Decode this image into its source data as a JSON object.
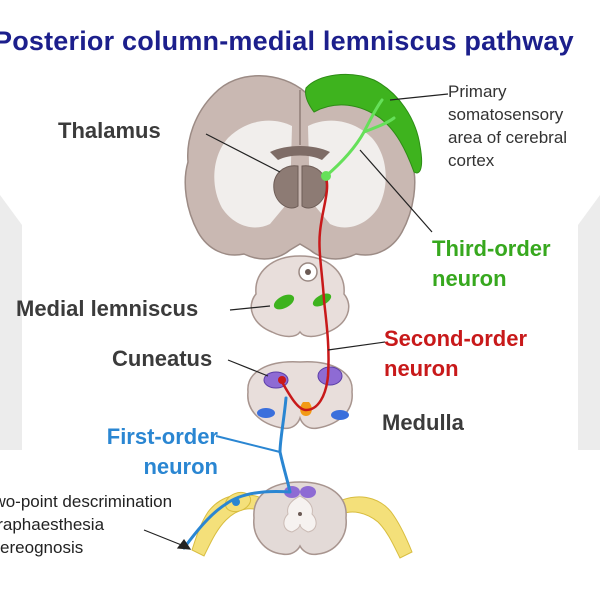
{
  "title": "Posterior column-medial lemniscus pathway",
  "labels": {
    "thalamus": "Thalamus",
    "cortex": [
      "Primary",
      "somatosensory",
      "area of cerebral",
      "cortex"
    ],
    "third_order": [
      "Third-order",
      "neuron"
    ],
    "medial_lemniscus": "Medial lemniscus",
    "second_order": [
      "Second-order",
      "neuron"
    ],
    "cuneatus": "Cuneatus",
    "medulla": "Medulla",
    "first_order": [
      "First-order",
      "neuron"
    ],
    "modalities": [
      "Two-point descrimination",
      "Graphaesthesia",
      "Stereognosis"
    ]
  },
  "colors": {
    "title": "#1c1f8c",
    "first_order": "#2a86d2",
    "second_order": "#c8191a",
    "third_order": "#37a81e",
    "tissue": "#c9b8b2",
    "nerve": "#f4e07a"
  }
}
